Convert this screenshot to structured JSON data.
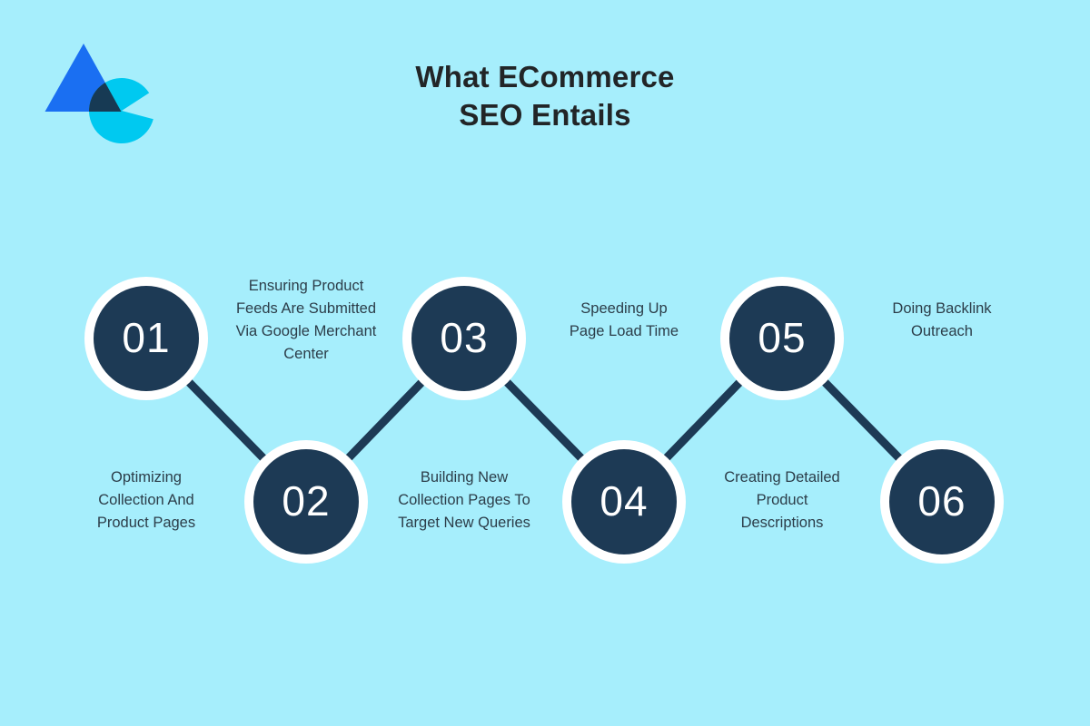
{
  "title": {
    "line1": "What ECommerce",
    "line2": "SEO Entails"
  },
  "logo": {
    "name": "triangle-and-c-logo",
    "triangle_color": "#1a6ff2",
    "pacman_color": "#00c9f0",
    "overlap_color": "#173a54"
  },
  "steps": [
    {
      "number": "01",
      "label": "Optimizing\nCollection And\nProduct Pages",
      "circle_row": "top"
    },
    {
      "number": "02",
      "label": "Ensuring Product\nFeeds Are Submitted\nVia Google Merchant\nCenter",
      "circle_row": "bottom"
    },
    {
      "number": "03",
      "label": "Building New\nCollection Pages To\nTarget New Queries",
      "circle_row": "top"
    },
    {
      "number": "04",
      "label": "Speeding Up\nPage Load Time",
      "circle_row": "bottom"
    },
    {
      "number": "05",
      "label": "Creating Detailed\nProduct\nDescriptions",
      "circle_row": "top"
    },
    {
      "number": "06",
      "label": "Doing Backlink\nOutreach",
      "circle_row": "bottom"
    }
  ],
  "colors": {
    "background": "#a6eefc",
    "circle_fill": "#1d3a55",
    "circle_ring": "#ffffff",
    "connector": "#1d3a55",
    "number_text": "#ffffff",
    "label_text": "#2c3d49",
    "title_text": "#222527"
  }
}
